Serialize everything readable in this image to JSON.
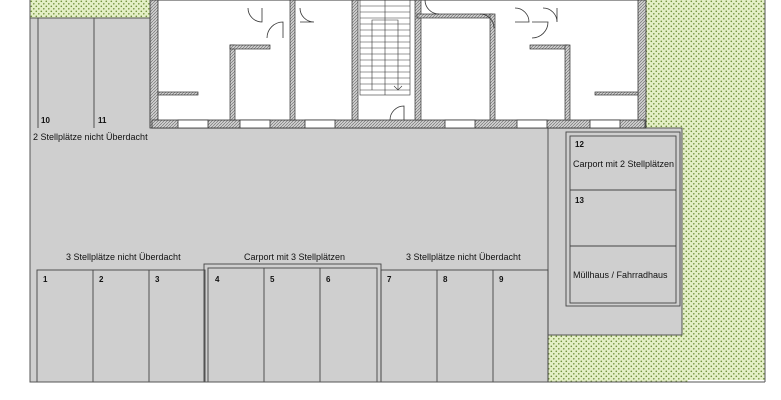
{
  "parking": {
    "top_left_spaces": [
      "10",
      "11"
    ],
    "top_left_caption": "2 Stellplätze nicht Überdacht",
    "left_group_caption": "3 Stellplätze nicht Überdacht",
    "left_group_spaces": [
      "1",
      "2",
      "3"
    ],
    "carport_caption": "Carport mit 3 Stellplätzen",
    "carport_spaces": [
      "4",
      "5",
      "6"
    ],
    "right_group_caption": "3 Stellplätze nicht Überdacht",
    "right_group_spaces": [
      "7",
      "8",
      "9"
    ],
    "side_spaces": [
      "12",
      "13"
    ],
    "side_carport_caption": "Carport mit 2 Stellplätzen",
    "waste_bike_caption": "Müllhaus / Fahrradhaus"
  },
  "colors": {
    "paving": "#cfcfcf",
    "lawn": "#e4efc6",
    "lawn_dots": "#6f8f3a",
    "building": "#ffffff",
    "wall": "#333333",
    "line": "#333333"
  }
}
